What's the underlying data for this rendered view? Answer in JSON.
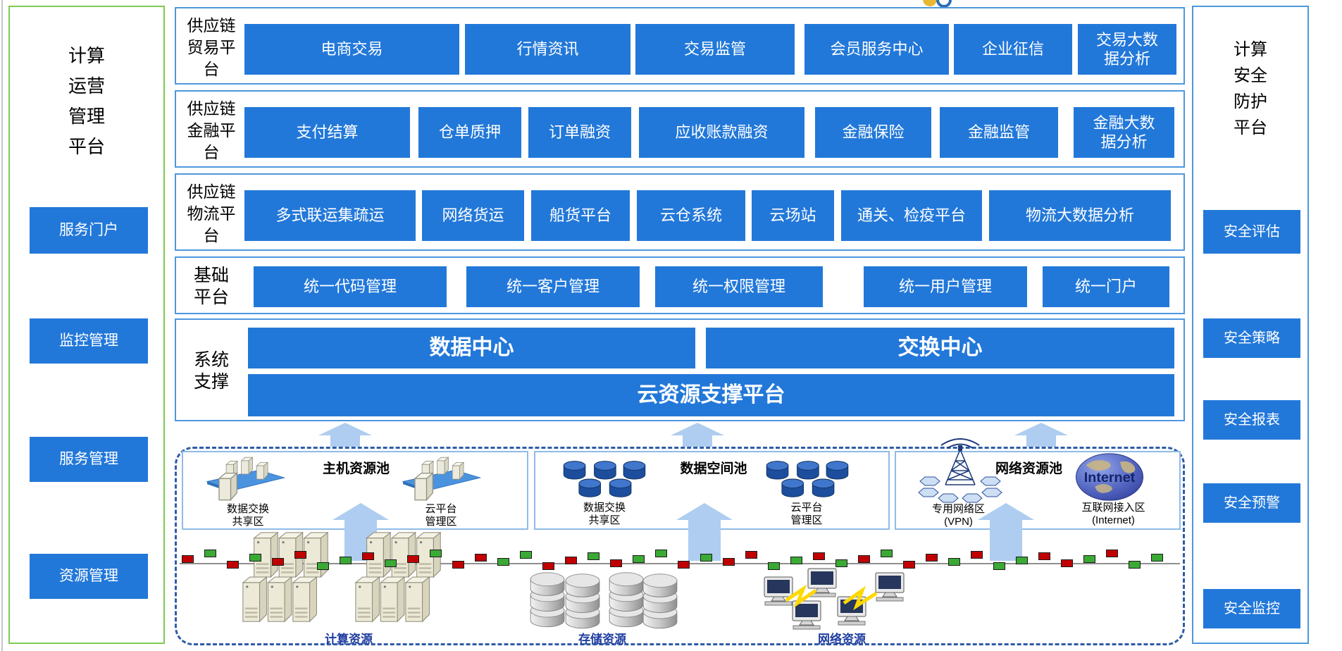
{
  "left_panel": {
    "title_lines": [
      "计算",
      "运营",
      "管理",
      "平台"
    ],
    "items": [
      "服务门户",
      "监控管理",
      "服务管理",
      "资源管理"
    ]
  },
  "right_panel": {
    "title_lines": [
      "计算",
      "安全",
      "防护",
      "平台"
    ],
    "items": [
      "安全评估",
      "安全策略",
      "安全报表",
      "安全预警",
      "安全监控"
    ]
  },
  "rows": {
    "trade": {
      "label": "供应链\n贸易平\n台",
      "buttons": [
        "电商交易",
        "行情资讯",
        "交易监管",
        "会员服务中心",
        "企业征信",
        "交易大数\n据分析"
      ]
    },
    "finance": {
      "label": "供应链\n金融平\n台",
      "buttons": [
        "支付结算",
        "仓单质押",
        "订单融资",
        "应收账款融资",
        "金融保险",
        "金融监管",
        "金融大数\n据分析"
      ]
    },
    "logistics": {
      "label": "供应链\n物流平\n台",
      "buttons": [
        "多式联运集疏运",
        "网络货运",
        "船货平台",
        "云仓系统",
        "云场站",
        "通关、检疫平台",
        "物流大数据分析"
      ]
    },
    "base": {
      "label": "基础\n平台",
      "buttons": [
        "统一代码管理",
        "统一客户管理",
        "统一权限管理",
        "统一用户管理",
        "统一门户"
      ]
    },
    "system": {
      "label": "系统\n支撑",
      "center_buttons": [
        "数据中心",
        "交换中心"
      ],
      "wide_button": "云资源支撑平台"
    }
  },
  "pools": {
    "host": {
      "title": "主机资源池",
      "zones": [
        "数据交换\n共享区",
        "云平台\n管理区"
      ]
    },
    "data": {
      "title": "数据空间池",
      "zones": [
        "数据交换\n共享区",
        "云平台\n管理区"
      ]
    },
    "network": {
      "title": "网络资源池",
      "zones": [
        "专用网络区\n(VPN)",
        "互联网接入区\n(Internet)"
      ],
      "globe_label": "Internet"
    }
  },
  "resources": {
    "compute": "计算资源",
    "storage": "存储资源",
    "network": "网络资源"
  },
  "bus_nodes": "rgrgrrggrgrgrrggrrgrggrgrrggrgrgrrgrggrrgrgg",
  "colors": {
    "block_blue": "#2278D9",
    "box_border_blue": "#4E97DD",
    "green_border": "#7CCB52",
    "arrow_blue": "#AECDF0",
    "dashed_blue": "#2F5BA8",
    "node_red": "#C00000",
    "node_green": "#3BAA35",
    "navy_label": "#1F3DA0",
    "pool_border": "#8FBBE8"
  }
}
